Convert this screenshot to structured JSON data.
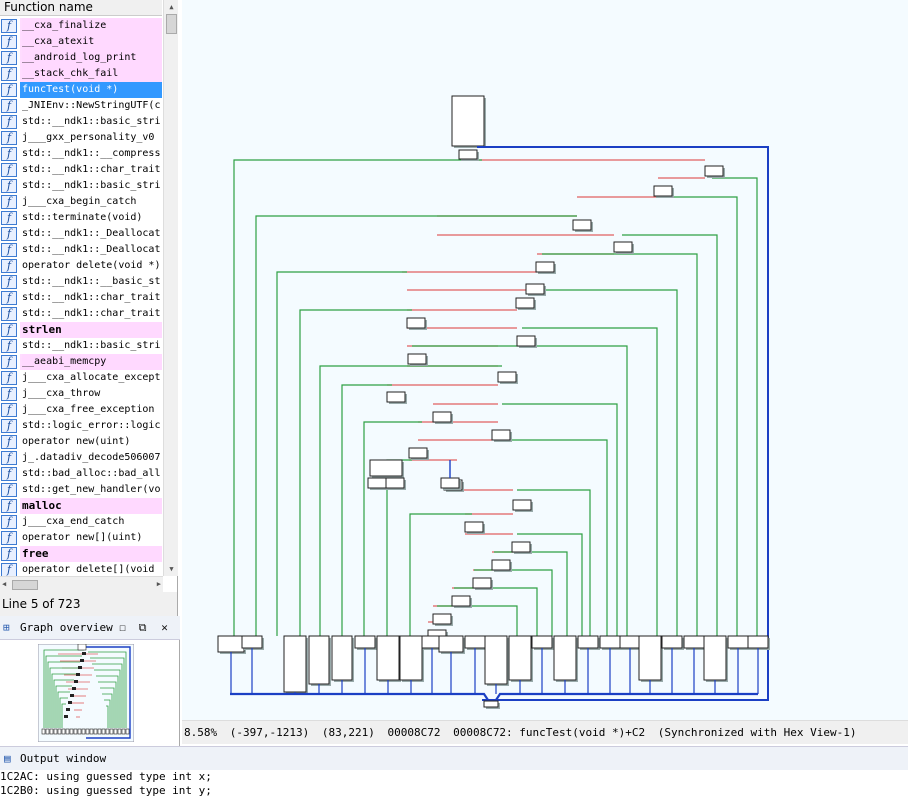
{
  "function_panel": {
    "header": "Function name",
    "rows": [
      {
        "name": "__cxa_finalize",
        "style": "lib"
      },
      {
        "name": "__cxa_atexit",
        "style": "lib"
      },
      {
        "name": "__android_log_print",
        "style": "lib"
      },
      {
        "name": "__stack_chk_fail",
        "style": "lib"
      },
      {
        "name": "funcTest(void *)",
        "style": "selected"
      },
      {
        "name": "_JNIEnv::NewStringUTF(c",
        "style": "normal"
      },
      {
        "name": "std::__ndk1::basic_stri",
        "style": "normal"
      },
      {
        "name": "j___gxx_personality_v0",
        "style": "normal"
      },
      {
        "name": "std::__ndk1::__compress",
        "style": "normal"
      },
      {
        "name": "std::__ndk1::char_trait",
        "style": "normal"
      },
      {
        "name": "std::__ndk1::basic_stri",
        "style": "normal"
      },
      {
        "name": "j___cxa_begin_catch",
        "style": "normal"
      },
      {
        "name": "std::terminate(void)",
        "style": "normal"
      },
      {
        "name": "std::__ndk1::_Deallocat",
        "style": "normal"
      },
      {
        "name": "std::__ndk1::_Deallocat",
        "style": "normal"
      },
      {
        "name": "operator delete(void *)",
        "style": "normal"
      },
      {
        "name": "std::__ndk1::__basic_st",
        "style": "normal"
      },
      {
        "name": "std::__ndk1::char_trait",
        "style": "normal"
      },
      {
        "name": "std::__ndk1::char_trait",
        "style": "normal"
      },
      {
        "name": "strlen",
        "style": "libbold"
      },
      {
        "name": "std::__ndk1::basic_stri",
        "style": "normal"
      },
      {
        "name": "__aeabi_memcpy",
        "style": "lib"
      },
      {
        "name": "j___cxa_allocate_except",
        "style": "normal"
      },
      {
        "name": "j___cxa_throw",
        "style": "normal"
      },
      {
        "name": "j___cxa_free_exception",
        "style": "normal"
      },
      {
        "name": "std::logic_error::logic",
        "style": "normal"
      },
      {
        "name": "operator new(uint)",
        "style": "normal"
      },
      {
        "name": "j_.datadiv_decode506007",
        "style": "normal"
      },
      {
        "name": "std::bad_alloc::bad_all",
        "style": "normal"
      },
      {
        "name": "std::get_new_handler(vo",
        "style": "normal"
      },
      {
        "name": "malloc",
        "style": "libbold"
      },
      {
        "name": "j___cxa_end_catch",
        "style": "normal"
      },
      {
        "name": "operator new[](uint)",
        "style": "normal"
      },
      {
        "name": "free",
        "style": "libbold"
      },
      {
        "name": "operator delete[](void",
        "style": "normal"
      }
    ],
    "line_status": "Line 5 of 723"
  },
  "overview": {
    "title": "Graph overview",
    "icons": [
      "graph-overview-icon",
      "restore-icon",
      "float-icon",
      "close-icon"
    ]
  },
  "graph_status": {
    "zoom": "8.58%",
    "coords1": "(-397,-1213)",
    "coords2": "(83,221)",
    "addr": "00008C72",
    "location": "00008C72: funcTest(void *)+C2",
    "sync": "(Synchronized with Hex View-1)"
  },
  "output": {
    "title": "Output window",
    "lines": [
      "1C2AC: using guessed type int x;",
      "1C2B0: using guessed type int y;"
    ]
  },
  "colors": {
    "selected": "#3399ff",
    "lib_function_bg": "#ffdcff",
    "graph_bg": "#f4fbff",
    "edge_true": "#2ea043",
    "edge_false": "#e06060",
    "edge_jump": "#1b3fc4"
  }
}
